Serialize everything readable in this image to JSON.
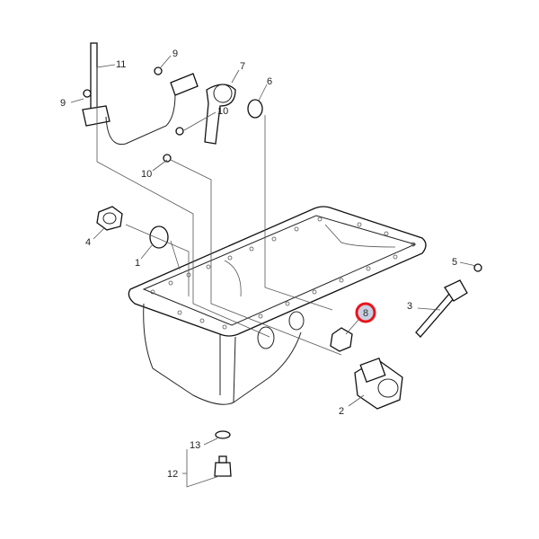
{
  "diagram": {
    "callouts": [
      {
        "id": "11",
        "text": "11"
      },
      {
        "id": "9a",
        "text": "9"
      },
      {
        "id": "7",
        "text": "7"
      },
      {
        "id": "6",
        "text": "6"
      },
      {
        "id": "9b",
        "text": "9"
      },
      {
        "id": "10a",
        "text": "10"
      },
      {
        "id": "10b",
        "text": "10"
      },
      {
        "id": "4",
        "text": "4"
      },
      {
        "id": "1",
        "text": "1"
      },
      {
        "id": "5",
        "text": "5"
      },
      {
        "id": "3",
        "text": "3"
      },
      {
        "id": "2",
        "text": "2"
      },
      {
        "id": "13",
        "text": "13"
      },
      {
        "id": "12",
        "text": "12"
      }
    ],
    "selected_callout": {
      "text": "8",
      "fill": "#c9d1e3",
      "stroke": "#e8141c"
    }
  }
}
